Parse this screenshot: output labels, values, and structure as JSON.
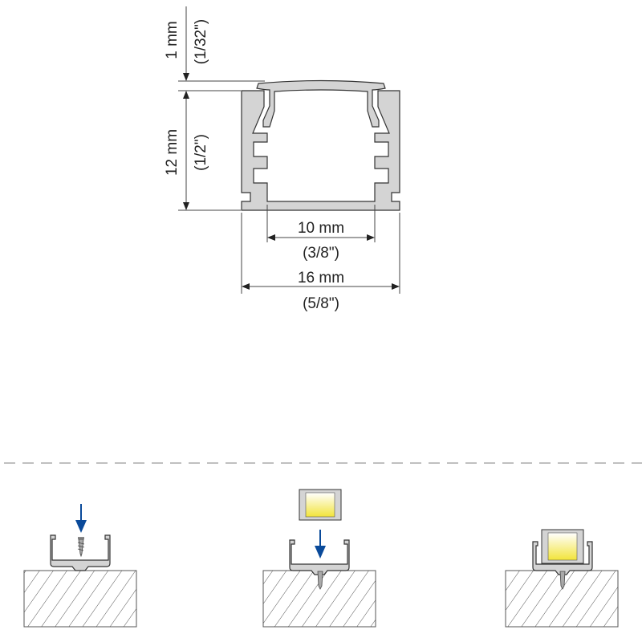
{
  "dimensions": {
    "cover_thickness": {
      "metric": "1 mm",
      "imperial": "(1/32\")"
    },
    "height": {
      "metric": "12 mm",
      "imperial": "(1/2\")"
    },
    "inner_width": {
      "metric": "10 mm",
      "imperial": "(3/8\")"
    },
    "outer_width": {
      "metric": "16 mm",
      "imperial": "(5/8\")"
    }
  },
  "colors": {
    "profile": "#d4d4d4",
    "outline": "#333333",
    "arrow": "#0a4a9a",
    "led": "#f7ee8a",
    "divider": "#9a9a9a"
  },
  "steps": [
    {
      "name": "screw-clip-to-surface"
    },
    {
      "name": "press-profile-into-clip"
    },
    {
      "name": "mounted-profile"
    }
  ]
}
